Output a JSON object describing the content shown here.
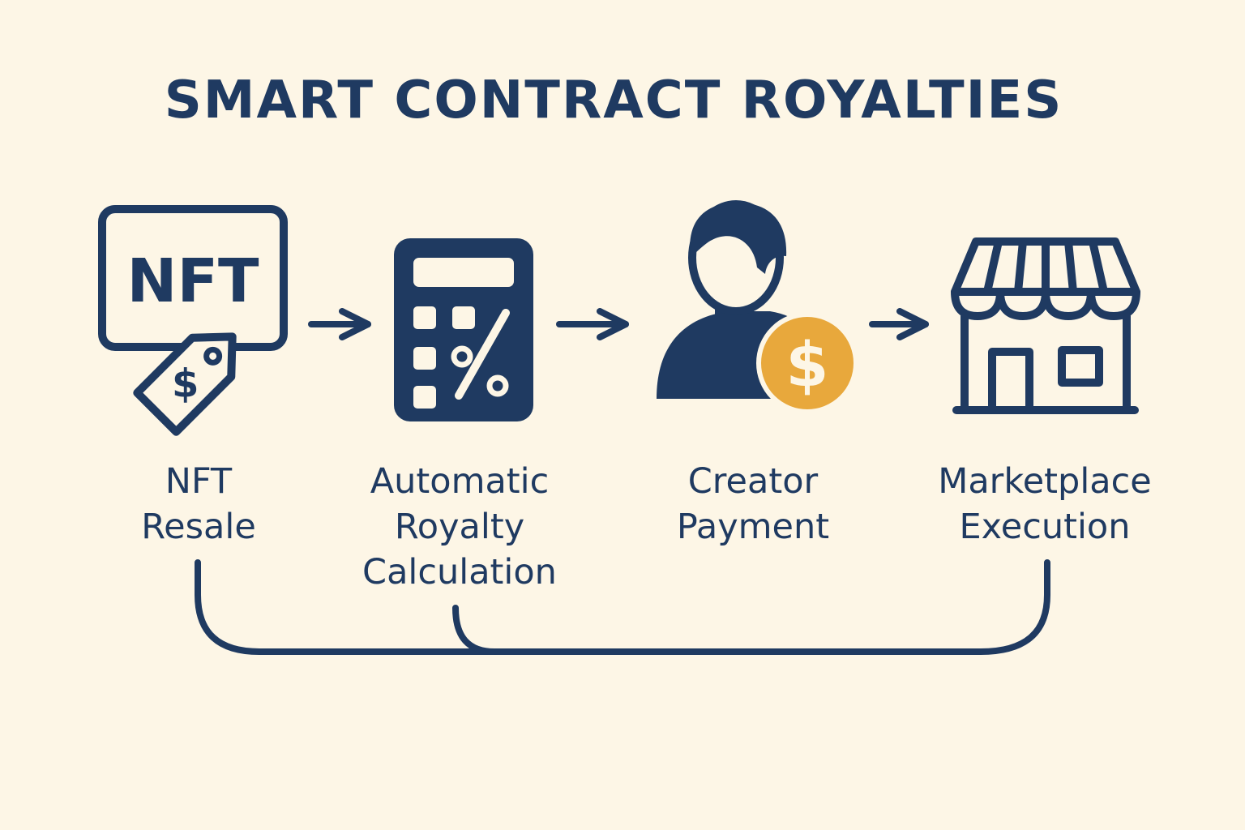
{
  "title": "SMART CONTRACT ROYALTIES",
  "colors": {
    "background": "#fdf6e6",
    "navy": "#1f3a61",
    "gold": "#e8a83c"
  },
  "icons": {
    "nft_icon_text": "NFT",
    "currency_symbol": "$",
    "percent_symbol": "%"
  },
  "steps": [
    {
      "lines": [
        "NFT",
        "Resale"
      ],
      "icon": "nft-tag-icon"
    },
    {
      "lines": [
        "Automatic",
        "Royalty",
        "Calculation"
      ],
      "icon": "calculator-percent-icon"
    },
    {
      "lines": [
        "Creator",
        "Payment"
      ],
      "icon": "creator-coin-icon"
    },
    {
      "lines": [
        "Marketplace",
        "Execution"
      ],
      "icon": "storefront-icon"
    }
  ]
}
